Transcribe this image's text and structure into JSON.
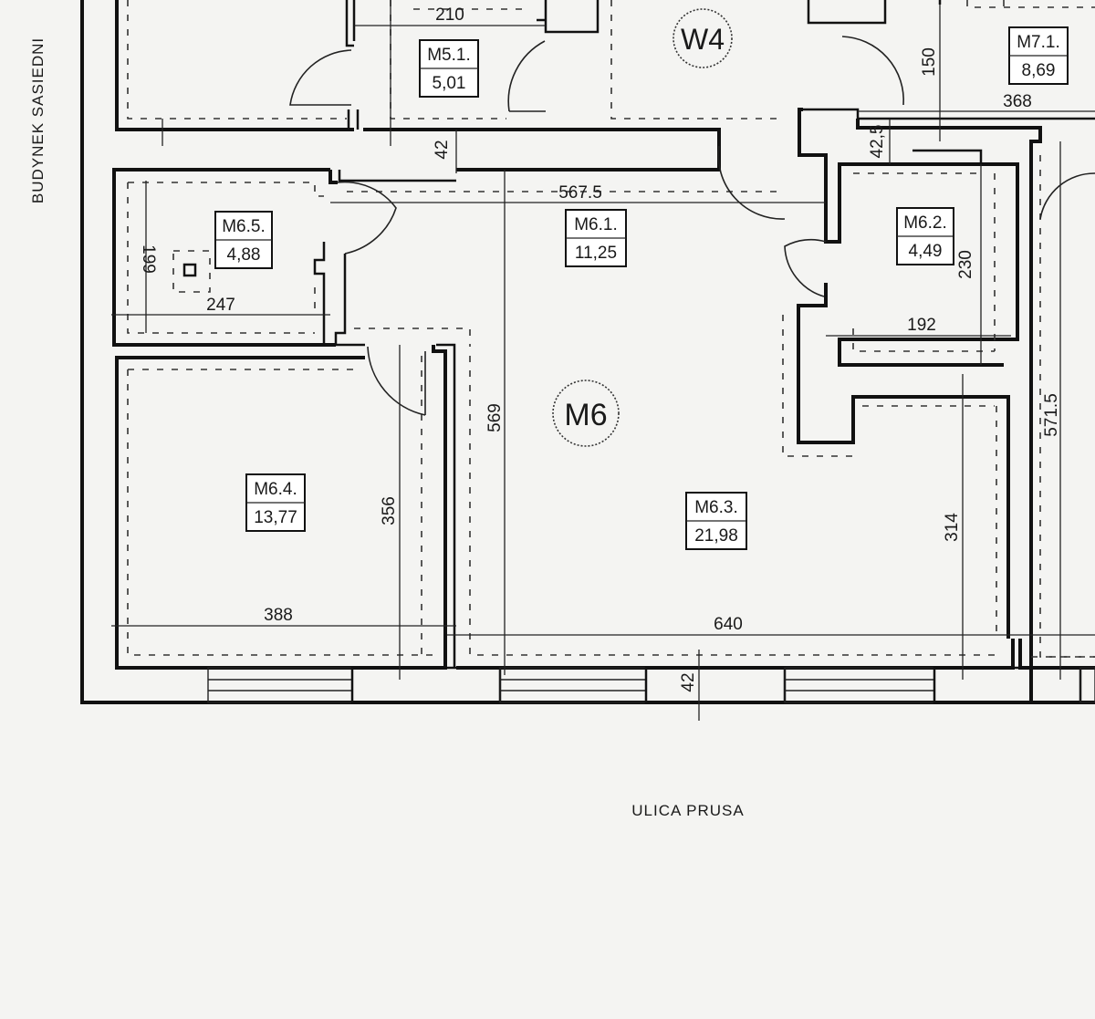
{
  "labels": {
    "side_building": "BUDYNEK SASIEDNI",
    "street": "ULICA PRUSA",
    "unit_main": "M6",
    "unit_w4": "W4"
  },
  "rooms": [
    {
      "id": "M5.1.",
      "area": "5,01"
    },
    {
      "id": "M7.1.",
      "area": "8,69"
    },
    {
      "id": "M6.5.",
      "area": "4,88"
    },
    {
      "id": "M6.1.",
      "area": "11,25"
    },
    {
      "id": "M6.2.",
      "area": "4,49"
    },
    {
      "id": "M6.4.",
      "area": "13,77"
    },
    {
      "id": "M6.3.",
      "area": "21,98"
    }
  ],
  "dimensions": {
    "d210": "210",
    "d150": "150",
    "d368": "368",
    "d42_top": "42",
    "d42_5": "42,5",
    "d567_5": "567.5",
    "d199": "199",
    "d247": "247",
    "d230": "230",
    "d192": "192",
    "d569": "569",
    "d356": "356",
    "d571_5": "571.5",
    "d314": "314",
    "d388": "388",
    "d640": "640",
    "d42_bottom": "42"
  }
}
